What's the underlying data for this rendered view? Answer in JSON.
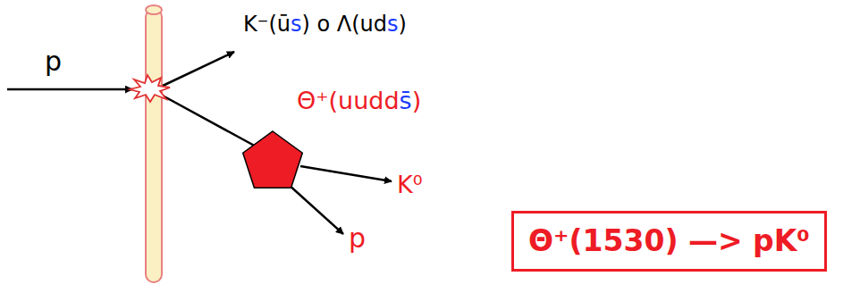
{
  "diagram": {
    "nodes": [
      {
        "text": [
          "Θ⁺(uudds̄)"
        ]
      },
      {
        "text": [
          "Θ⁺(1530) —> pK⁰"
        ]
      }
    ],
    "labels": [
      "p",
      "K⁻(ūs) o Λ(uds)",
      "K⁰",
      "p"
    ]
  }
}
